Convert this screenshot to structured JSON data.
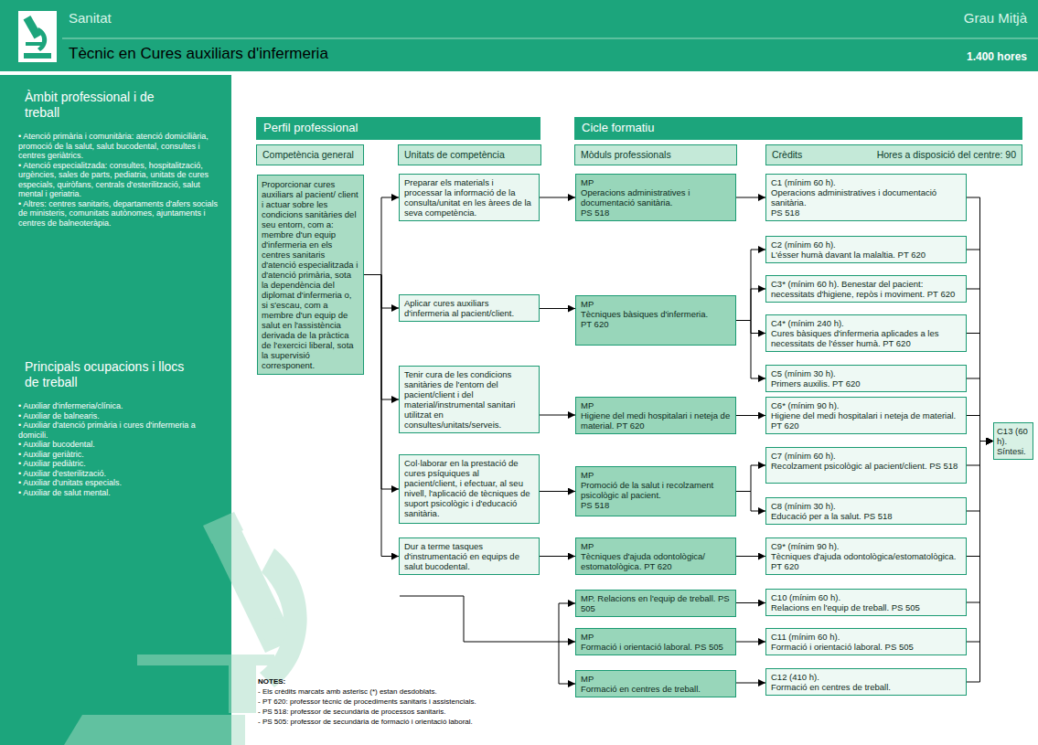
{
  "diagram": {
    "title": "Tècnic en Cures auxiliars d'infermeria",
    "nodes": [
      {
        "text": [
          "Àmbit professional i de treball",
          "• Atenció primària i comunitària: atenció domiciliària, promoció de la salut, salut bucodental, consultes i centres geriàtrics.",
          "• Atenció especialitzada: consultes, hospitalització, urgències, sales de parts, pediatria, unitats de cures especials, quiròfans, centrals d'esterilització, salut mental i geriatria.",
          "• Altres: centres sanitaris, departaments d'afers socials de ministeris, comunitats autònomes, ajuntaments i centres de balneoteràpia.",
          "Principals ocupacions i llocs de treball",
          "• Auxiliar d'infermeria/clínica.",
          "• Auxiliar de balnearis.",
          "• Auxiliar d'atenció primària i cures d'infermeria a domicili.",
          "• Auxiliar bucodental.",
          "• Auxiliar geriàtric.",
          "• Auxiliar pediàtric.",
          "• Auxiliar d'esterilització.",
          "• Auxiliar d'unitats especials.",
          "• Auxiliar de salut mental."
        ]
      },
      {
        "text": [
          "Perfil professional"
        ]
      },
      {
        "text": [
          "Cicle formatiu"
        ]
      },
      {
        "text": [
          "Competència general"
        ]
      },
      {
        "text": [
          "Unitats de competència"
        ]
      },
      {
        "text": [
          "Mòduls professionals"
        ]
      },
      {
        "text": [
          "Crèdits",
          "Hores a disposició del centre: 90"
        ]
      },
      {
        "text": [
          "Proporcionar cures auxiliars al pacient/ client i actuar sobre les condicions sanitàries del seu entorn, com a: membre d'un equip d'infermeria en els centres sanitaris d'atenció especialitzada i d'atenció primària, sota la dependència del diplomat d'infermeria o, si s'escau, com a membre d'un equip de salut en l'assistència derivada de la pràctica de l'exercici liberal, sota la supervisió corresponent."
        ]
      },
      {
        "text": [
          "Preparar els materials i processar la informació de la consulta/unitat en les àrees de la seva competència."
        ]
      },
      {
        "text": [
          "Aplicar cures auxiliars d'infermeria al pacient/client."
        ]
      },
      {
        "text": [
          "Tenir cura de les condicions sanitàries de l'entorn del pacient/client i del material/instrumental sanitari utilitzat en consultes/unitats/serveis."
        ]
      },
      {
        "text": [
          "Col·laborar en la prestació de cures psíquiques al pacient/client, i efectuar, al seu nivell, l'aplicació de tècniques de suport psicològic i d'educació sanitària."
        ]
      },
      {
        "text": [
          "Dur a terme tasques d'instrumentació en equips de salut bucodental."
        ]
      },
      {
        "text": [
          "MP",
          "Operacions administratives i documentació sanitària.",
          "PS 518"
        ]
      },
      {
        "text": [
          "MP",
          "Tècniques bàsiques d'infermeria.",
          "PT 620"
        ]
      },
      {
        "text": [
          "MP",
          "Higiene del medi hospitalari i neteja de material. PT 620"
        ]
      },
      {
        "text": [
          "MP",
          "Promoció de la salut i recolzament psicològic al pacient.",
          "PS 518"
        ]
      },
      {
        "text": [
          "MP",
          "Tècniques d'ajuda odontològica/ estomatològica. PT 620"
        ]
      },
      {
        "text": [
          "MP. Relacions en l'equip de treball. PS 505"
        ]
      },
      {
        "text": [
          "MP",
          "Formació i orientació laboral. PS 505"
        ]
      },
      {
        "text": [
          "MP",
          "Formació en centres de treball."
        ]
      },
      {
        "text": [
          "C1 (mínim 60 h).",
          "Operacions administratives i documentació sanitària.",
          "PS 518"
        ]
      },
      {
        "text": [
          "C2 (mínim 60 h).",
          "L'ésser humà davant la malaltia. PT 620"
        ]
      },
      {
        "text": [
          "C3* (mínim 60 h). Benestar del pacient: necessitats d'higiene, repòs i moviment. PT 620"
        ]
      },
      {
        "text": [
          "C4* (mínim 240 h).",
          "Cures bàsiques d'infermeria aplicades a les necessitats de l'ésser humà. PT 620"
        ]
      },
      {
        "text": [
          "C5 (mínim 30 h).",
          "Primers auxilis. PT 620"
        ]
      },
      {
        "text": [
          "C6* (mínim 90 h).",
          "Higiene del medi hospitalari i neteja de material. PT 620"
        ]
      },
      {
        "text": [
          "C7 (mínim 60 h).",
          "Recolzament psicològic al pacient/client. PS 518"
        ]
      },
      {
        "text": [
          "C8 (mínim 30 h).",
          "Educació per a la salut. PS 518"
        ]
      },
      {
        "text": [
          "C9* (mínim 90 h).",
          "Tècniques d'ajuda odontològica/estomatològica. PT 620"
        ]
      },
      {
        "text": [
          "C10 (mínim 60 h).",
          "Relacions en l'equip de treball. PS 505"
        ]
      },
      {
        "text": [
          "C11 (mínim 60 h).",
          "Formació i orientació laboral. PS 505"
        ]
      },
      {
        "text": [
          "C12 (410 h).",
          "Formació en centres de treball."
        ]
      },
      {
        "text": [
          "C13 (60 h). Síntesi."
        ]
      }
    ],
    "edges": [
      {
        "from": 7,
        "to": 8,
        "arrow": "to"
      },
      {
        "from": 7,
        "to": 9,
        "arrow": "to"
      },
      {
        "from": 7,
        "to": 10,
        "arrow": "to"
      },
      {
        "from": 7,
        "to": 11,
        "arrow": "to"
      },
      {
        "from": 7,
        "to": 12,
        "arrow": "to"
      },
      {
        "from": 8,
        "to": 13,
        "arrow": "to"
      },
      {
        "from": 9,
        "to": 14,
        "arrow": "to"
      },
      {
        "from": 10,
        "to": 15,
        "arrow": "to"
      },
      {
        "from": 11,
        "to": 16,
        "arrow": "to"
      },
      {
        "from": 12,
        "to": 17,
        "arrow": "to"
      },
      {
        "from": 13,
        "to": 21,
        "arrow": "to"
      },
      {
        "from": 14,
        "to": 22,
        "arrow": "to"
      },
      {
        "from": 14,
        "to": 23,
        "arrow": "to"
      },
      {
        "from": 14,
        "to": 24,
        "arrow": "to"
      },
      {
        "from": 14,
        "to": 25,
        "arrow": "to"
      },
      {
        "from": 15,
        "to": 26,
        "arrow": "to"
      },
      {
        "from": 16,
        "to": 27,
        "arrow": "to"
      },
      {
        "from": 16,
        "to": 28,
        "arrow": "to"
      },
      {
        "from": 17,
        "to": 29,
        "arrow": "to"
      },
      {
        "from": 18,
        "to": 30,
        "arrow": "to"
      },
      {
        "from": 19,
        "to": 31,
        "arrow": "to"
      },
      {
        "from": 20,
        "to": 32,
        "arrow": "to"
      },
      {
        "from": 21,
        "to": 33,
        "arrow": "to"
      },
      {
        "from": 22,
        "to": 33,
        "arrow": "to"
      },
      {
        "from": 23,
        "to": 33,
        "arrow": "to"
      },
      {
        "from": 24,
        "to": 33,
        "arrow": "to"
      },
      {
        "from": 25,
        "to": 33,
        "arrow": "to"
      },
      {
        "from": 26,
        "to": 33,
        "arrow": "to"
      },
      {
        "from": 27,
        "to": 33,
        "arrow": "to"
      },
      {
        "from": 28,
        "to": 33,
        "arrow": "to"
      },
      {
        "from": 29,
        "to": 33,
        "arrow": "to"
      },
      {
        "from": 30,
        "to": 33,
        "arrow": "to"
      },
      {
        "from": 31,
        "to": 33,
        "arrow": "to"
      },
      {
        "from": 32,
        "to": 33,
        "arrow": "to"
      }
    ],
    "labels": [
      "Sanitat",
      "Grau Mitjà",
      "1.400 hores",
      "NOTES:",
      "- Els crèdits marcats amb asterisc (*) estan desdoblats.",
      "- PT 620: professor tècnic de procediments sanitaris i assistencials.",
      "- PS 518: professor de secundària de processos sanitaris.",
      "- PS 505: professor de secundària de formació i orientació laboral."
    ]
  }
}
